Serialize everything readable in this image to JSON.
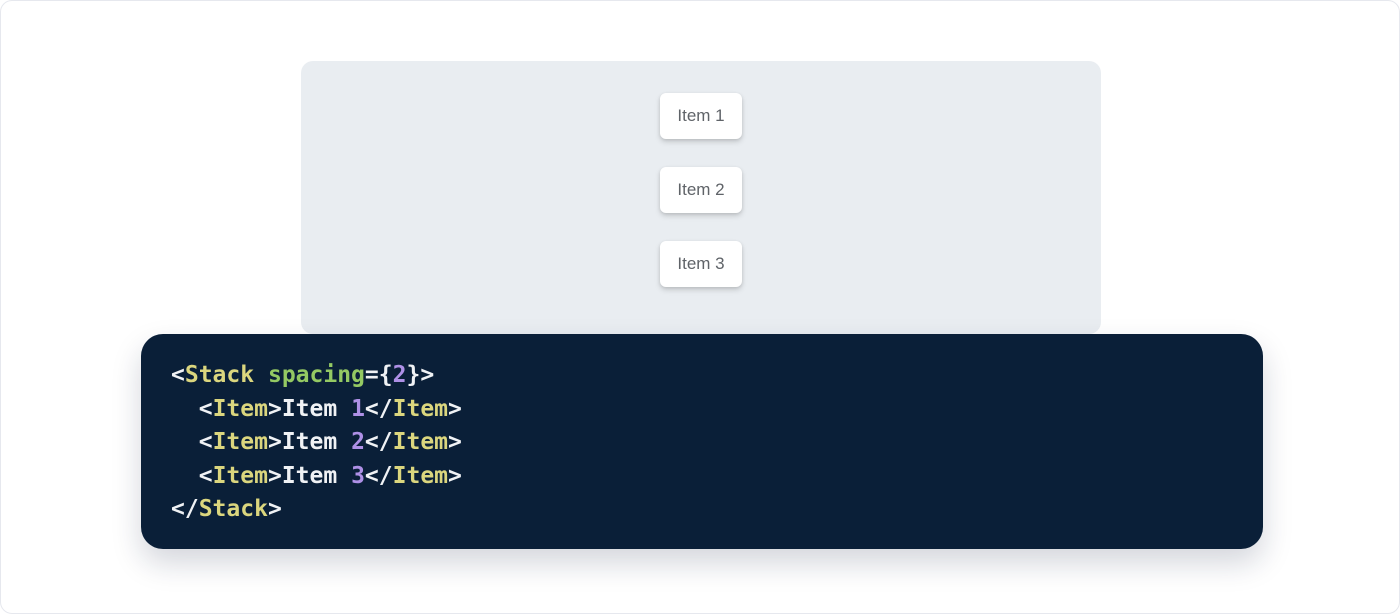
{
  "demo": {
    "items": [
      {
        "label": "Item 1"
      },
      {
        "label": "Item 2"
      },
      {
        "label": "Item 3"
      }
    ]
  },
  "code": {
    "lines": [
      [
        {
          "t": "punc",
          "v": "<"
        },
        {
          "t": "tag",
          "v": "Stack"
        },
        {
          "t": "plain",
          "v": " "
        },
        {
          "t": "attr",
          "v": "spacing"
        },
        {
          "t": "punc",
          "v": "="
        },
        {
          "t": "punc",
          "v": "{"
        },
        {
          "t": "num",
          "v": "2"
        },
        {
          "t": "punc",
          "v": "}"
        },
        {
          "t": "punc",
          "v": ">"
        }
      ],
      [
        {
          "t": "plain",
          "v": "  "
        },
        {
          "t": "punc",
          "v": "<"
        },
        {
          "t": "tag",
          "v": "Item"
        },
        {
          "t": "punc",
          "v": ">"
        },
        {
          "t": "plain",
          "v": "Item "
        },
        {
          "t": "num",
          "v": "1"
        },
        {
          "t": "punc",
          "v": "</"
        },
        {
          "t": "tag",
          "v": "Item"
        },
        {
          "t": "punc",
          "v": ">"
        }
      ],
      [
        {
          "t": "plain",
          "v": "  "
        },
        {
          "t": "punc",
          "v": "<"
        },
        {
          "t": "tag",
          "v": "Item"
        },
        {
          "t": "punc",
          "v": ">"
        },
        {
          "t": "plain",
          "v": "Item "
        },
        {
          "t": "num",
          "v": "2"
        },
        {
          "t": "punc",
          "v": "</"
        },
        {
          "t": "tag",
          "v": "Item"
        },
        {
          "t": "punc",
          "v": ">"
        }
      ],
      [
        {
          "t": "plain",
          "v": "  "
        },
        {
          "t": "punc",
          "v": "<"
        },
        {
          "t": "tag",
          "v": "Item"
        },
        {
          "t": "punc",
          "v": ">"
        },
        {
          "t": "plain",
          "v": "Item "
        },
        {
          "t": "num",
          "v": "3"
        },
        {
          "t": "punc",
          "v": "</"
        },
        {
          "t": "tag",
          "v": "Item"
        },
        {
          "t": "punc",
          "v": ">"
        }
      ],
      [
        {
          "t": "punc",
          "v": "</"
        },
        {
          "t": "tag",
          "v": "Stack"
        },
        {
          "t": "punc",
          "v": ">"
        }
      ]
    ]
  },
  "colors": {
    "page-bg": "#ffffff",
    "page-border": "#e6e8ee",
    "panel-bg": "#e9edf1",
    "item-bg": "#ffffff",
    "item-text": "#5f6368",
    "code-bg": "#0a1f38",
    "code-punc": "#f0f2f5",
    "code-plain": "#f0f2f5",
    "code-tag": "#dbd67e",
    "code-attr": "#94c963",
    "code-num": "#ae90e6"
  }
}
